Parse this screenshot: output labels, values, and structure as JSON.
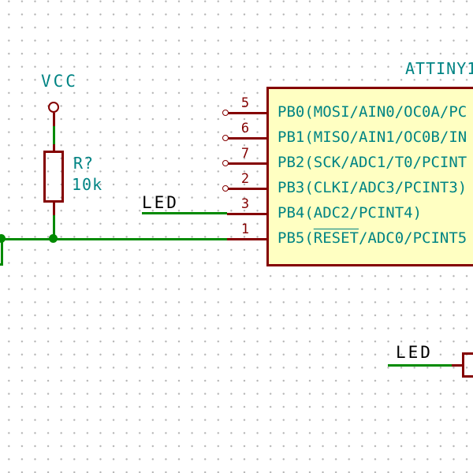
{
  "colors": {
    "wire_green": "#008a00",
    "symbol_dark_red": "#840000",
    "field_teal": "#008484",
    "label_black": "#000000",
    "ic_fill_yellow": "#ffffc2",
    "background": "#ffffff"
  },
  "power": {
    "vcc_label": "VCC"
  },
  "resistor": {
    "reference": "R?",
    "value": "10k"
  },
  "net_labels": {
    "led_left": "LED",
    "led_right": "LED"
  },
  "ic": {
    "reference": "ATTINY1",
    "pins": [
      {
        "number": "5",
        "name": "PB0(MOSI/AIN0/OC0A/PC"
      },
      {
        "number": "6",
        "name": "PB1(MISO/AIN1/OC0B/IN"
      },
      {
        "number": "7",
        "name": "PB2(SCK/ADC1/T0/PCINT"
      },
      {
        "number": "2",
        "name": "PB3(CLKI/ADC3/PCINT3)"
      },
      {
        "number": "3",
        "name": "PB4(ADC2/PCINT4)"
      },
      {
        "number": "1",
        "name_pre": "PB5(",
        "name_overline": "RESET",
        "name_post": "/ADC0/PCINT5"
      }
    ]
  }
}
